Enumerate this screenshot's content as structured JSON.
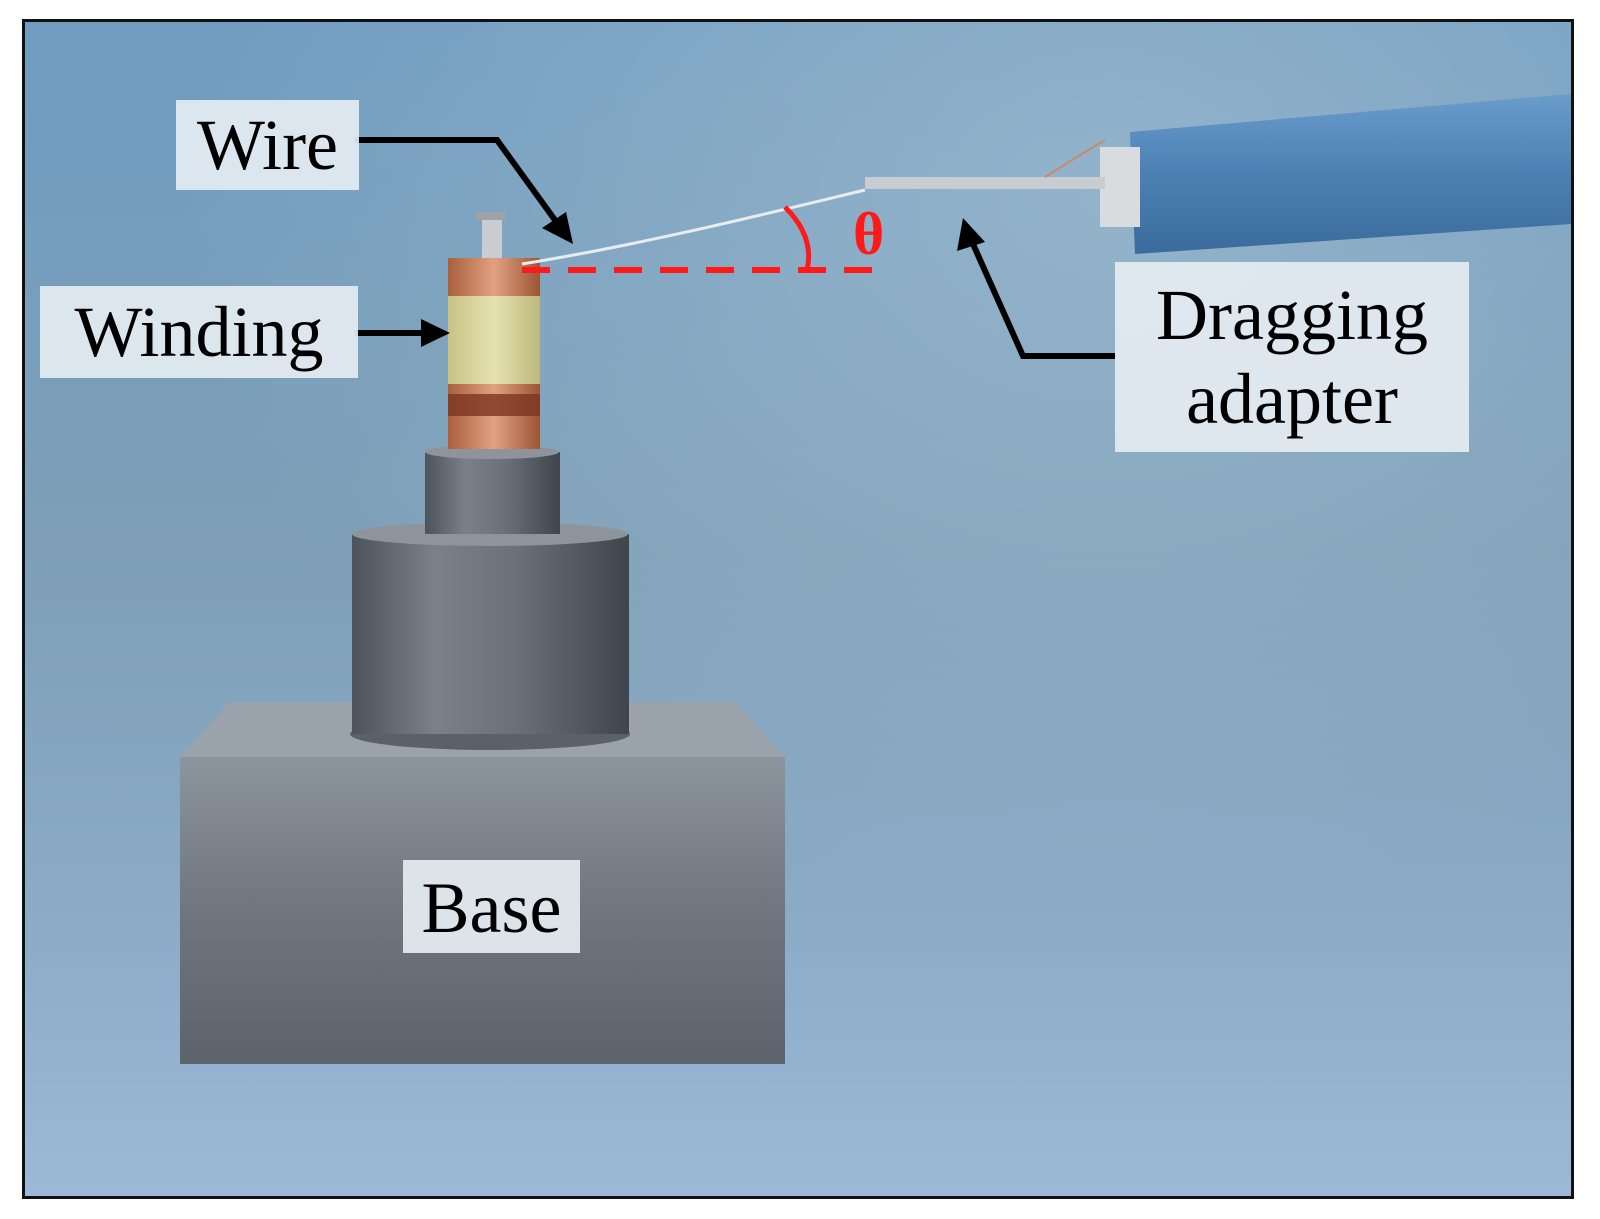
{
  "labels": {
    "wire": "Wire",
    "winding": "Winding",
    "dragging_line1": "Dragging",
    "dragging_line2": "adapter",
    "base": "Base",
    "angle": "θ"
  },
  "colors": {
    "background": "#7d9fb8",
    "angle_marker": "#ff1a1a",
    "arrows": "#000000",
    "metal": "#6f7580",
    "copper": "#c87a52",
    "tape": "#d8d49a",
    "probe": "#4d83b8"
  }
}
